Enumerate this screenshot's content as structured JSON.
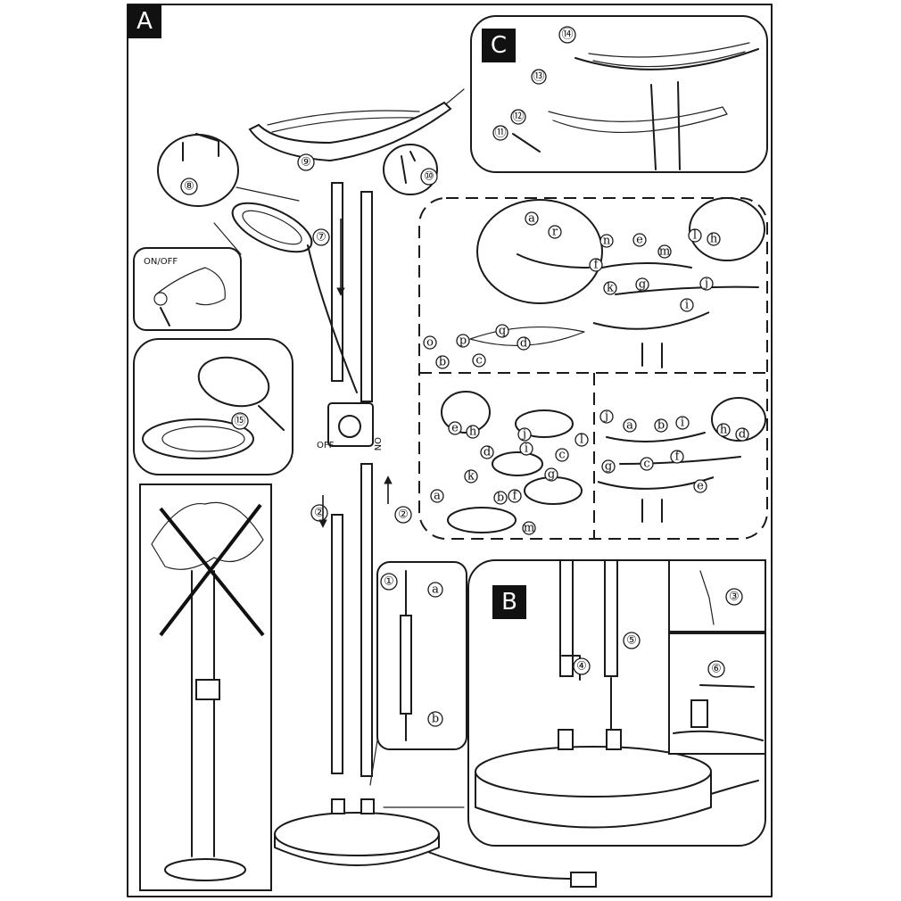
{
  "panels": {
    "a": "A",
    "b": "B",
    "c": "C"
  },
  "switch": {
    "on_off": "ON/OFF",
    "off": "OFF",
    "on": "ON"
  },
  "steps": {
    "s1": "①",
    "s2": "②",
    "s3": "③",
    "s4": "④",
    "s5": "⑤",
    "s6": "⑥",
    "s7": "⑦",
    "s8": "⑧",
    "s9": "⑨",
    "s10": "⑩",
    "s11": "⑪",
    "s12": "⑫",
    "s13": "⑬",
    "s14": "⑭",
    "s15": "⑮"
  },
  "letters": {
    "a": "a",
    "b": "b",
    "c": "c",
    "d": "d",
    "e": "e",
    "f": "f",
    "g": "g",
    "h": "h",
    "i": "i",
    "j": "j",
    "k": "k",
    "l": "l",
    "m": "m",
    "n": "n",
    "o": "o",
    "p": "p",
    "q": "q",
    "r": "r"
  }
}
